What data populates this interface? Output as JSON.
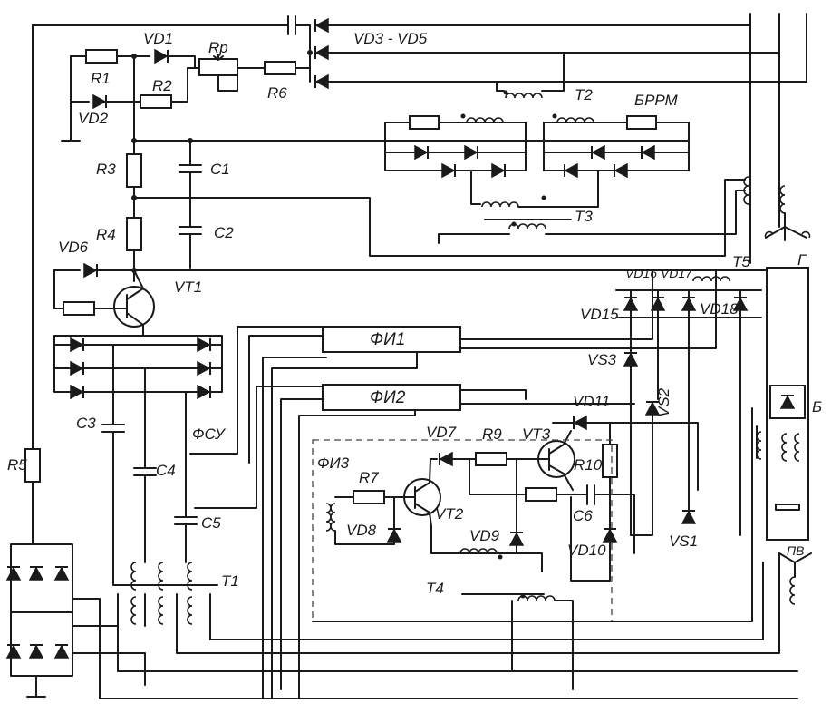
{
  "labels": {
    "vd1": "VD1",
    "rp": "Rp",
    "r1": "R1",
    "r2": "R2",
    "vd2": "VD2",
    "r6": "R6",
    "vd3_vd5": "VD3 - VD5",
    "t2": "T2",
    "brrm": "БРРМ",
    "r3": "R3",
    "c1": "C1",
    "r4": "R4",
    "c2": "C2",
    "t3": "T3",
    "vd6": "VD6",
    "vt1": "VT1",
    "t5": "T5",
    "g": "Г",
    "vd16_vd17": "VD16 VD17",
    "vd15": "VD15",
    "vd18": "VD18",
    "fi1": "ФИ1",
    "vs3": "VS3",
    "vs2": "VS2",
    "fi2": "ФИ2",
    "vd11": "VD11",
    "b": "Б",
    "c3": "C3",
    "fsu": "ФСУ",
    "vd7": "VD7",
    "r9": "R9",
    "vt3": "VT3",
    "r10": "R10",
    "r5": "R5",
    "c4": "C4",
    "fi3": "ФИ3",
    "r7": "R7",
    "vt2": "VT2",
    "c6": "C6",
    "vd8": "VD8",
    "vd9": "VD9",
    "vd10": "VD10",
    "vs1": "VS1",
    "c5": "C5",
    "t1": "T1",
    "t4": "T4",
    "pv": "ПВ"
  },
  "components": {
    "resistors": [
      "R1",
      "R2",
      "Rp",
      "R3",
      "R4",
      "R5",
      "R6",
      "R7",
      "R9",
      "R10"
    ],
    "capacitors": [
      "C1",
      "C2",
      "C3",
      "C4",
      "C5",
      "C6"
    ],
    "diodes": [
      "VD1",
      "VD2",
      "VD3",
      "VD4",
      "VD5",
      "VD6",
      "VD7",
      "VD8",
      "VD9",
      "VD10",
      "VD11",
      "VD15",
      "VD16",
      "VD17",
      "VD18"
    ],
    "thyristors": [
      "VS1",
      "VS2",
      "VS3"
    ],
    "transistors": [
      "VT1",
      "VT2",
      "VT3"
    ],
    "transformers": [
      "T1",
      "T2",
      "T3",
      "T4",
      "T5"
    ],
    "blocks": [
      "ФИ1",
      "ФИ2",
      "ФИ3",
      "ФСУ",
      "БРРМ",
      "Б",
      "Г",
      "ПВ"
    ]
  }
}
